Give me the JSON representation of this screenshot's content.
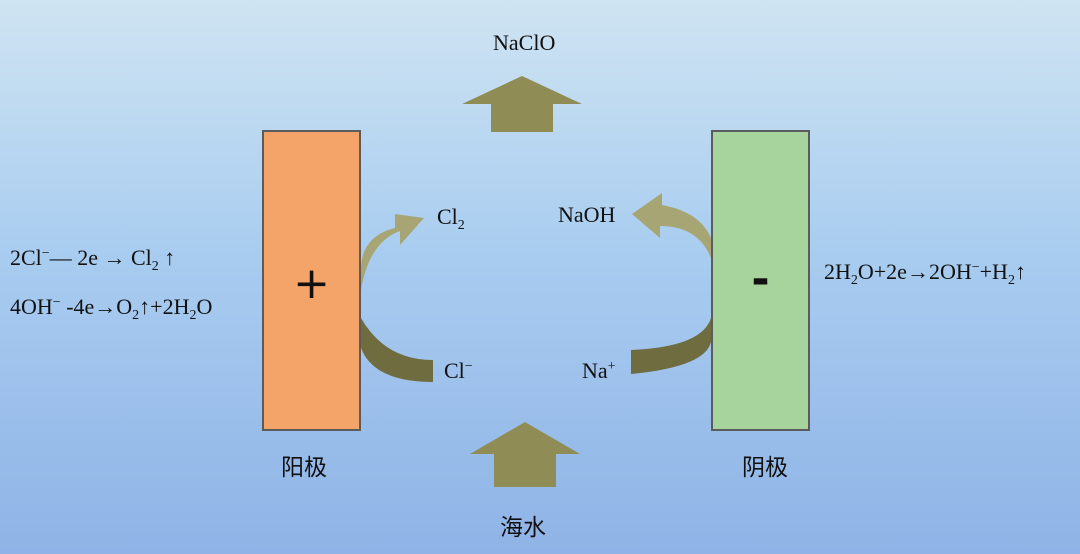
{
  "colors": {
    "anode_fill": "#f4a468",
    "cathode_fill": "#a6d49c",
    "arrow_fill": "#8f8c56",
    "outline": "#5b5b5b"
  },
  "top_product": "NaClO",
  "bottom_input": "海水",
  "anode": {
    "sign": "+",
    "label": "阳极",
    "ion_in": {
      "base": "Cl",
      "sup": "−"
    },
    "gas_out": {
      "base": "Cl",
      "sub": "2"
    },
    "reaction_1": {
      "a": "2Cl",
      "a_sup": "−",
      "b": "— 2e → Cl",
      "b_sub": "2",
      "c": " ↑"
    },
    "reaction_2": {
      "a": "4OH",
      "a_sup": "−",
      "b": " -4e→O",
      "b_sub": "2",
      "c": "↑+2H",
      "c_sub": "2",
      "d": "O"
    }
  },
  "cathode": {
    "sign": "-",
    "label": "阴极",
    "ion_in": {
      "base": "Na",
      "sup": "+"
    },
    "product_out": "NaOH",
    "reaction": {
      "a": "2H",
      "a_sub": "2",
      "b": "O+2e→2OH",
      "b_sup": "−",
      "c": "+H",
      "c_sub": "2",
      "d": "↑"
    }
  }
}
